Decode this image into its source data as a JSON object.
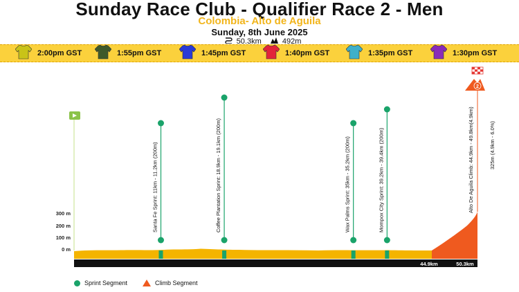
{
  "header": {
    "title": "Sunday Race Club - Qualifier Race 2 - Men",
    "subtitle": "Colombia- Alto de Aguila",
    "date": "Sunday, 8th June 2025",
    "distance": "50.3km",
    "elevation": "492m",
    "distance_icon": "route-icon",
    "elevation_icon": "mountain-icon"
  },
  "waves": [
    {
      "time": "2:00pm GST",
      "jersey_color": "#c9c318"
    },
    {
      "time": "1:55pm GST",
      "jersey_color": "#3f5a2a"
    },
    {
      "time": "1:45pm GST",
      "jersey_color": "#2b3bd6"
    },
    {
      "time": "1:40pm GST",
      "jersey_color": "#e2243a"
    },
    {
      "time": "1:35pm GST",
      "jersey_color": "#3fb0c9"
    },
    {
      "time": "1:30pm GST",
      "jersey_color": "#8a2bb8"
    }
  ],
  "profile": {
    "y_ticks": [
      "300 m",
      "200 m",
      "100 m",
      "0 m"
    ],
    "km_marks": [
      "44.9km",
      "50.3km"
    ],
    "start_icon": "start-flag-icon",
    "finish_icon": "checkered-flag-icon",
    "climb_badge": "2",
    "sprints": [
      {
        "label": "Santa Fe Sprint: 11km - 11.2km (200m)",
        "km": 11.0
      },
      {
        "label": "Coffee Plantation Sprint: 18.9km - 19.1km (200m)",
        "km": 18.9
      },
      {
        "label": "Wax Palms Sprint: 35km - 35.2km (200m)",
        "km": 35.0
      },
      {
        "label": "Mompox City Sprint: 39.2km - 39.4km (200m)",
        "km": 39.2
      }
    ],
    "climb": {
      "label": "Alto De Aguila Climb: 44.9km - 49.8km(4.9km)",
      "detail": "325m (4.9km - 6.0%)"
    }
  },
  "colors": {
    "accent_yellow": "#f2b51b",
    "sprint_green": "#1aa36a",
    "climb_orange": "#ef5a1f",
    "road_black": "#111111"
  },
  "legend": {
    "sprint": "Sprint Segment",
    "climb": "Climb Segment"
  }
}
